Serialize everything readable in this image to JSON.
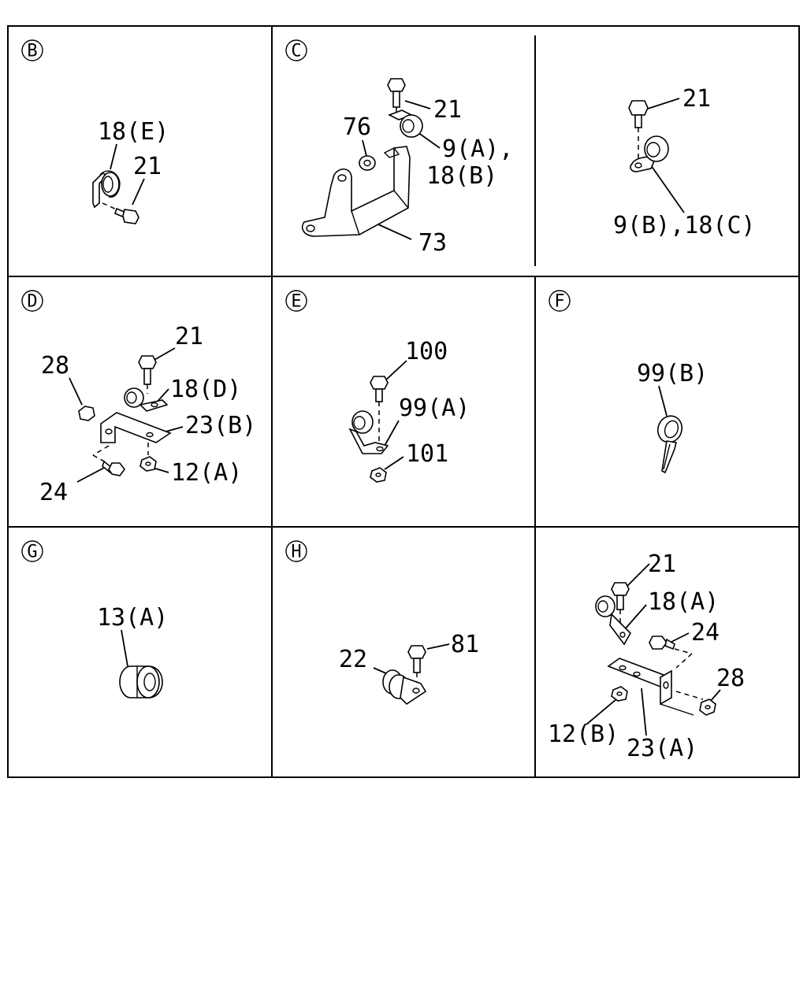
{
  "panels": {
    "b": {
      "circle": "B",
      "labels": {
        "clamp": "18(E)",
        "bolt": "21"
      }
    },
    "c": {
      "circle": "C",
      "labels": {
        "bolt": "21",
        "washer": "76",
        "clamp1": "9(A),",
        "clamp2": "18(B)",
        "bracket": "73"
      }
    },
    "c2": {
      "labels": {
        "bolt": "21",
        "clamp": "9(B),18(C)"
      }
    },
    "d": {
      "circle": "D",
      "labels": {
        "bolt": "21",
        "nut_left": "28",
        "clamp": "18(D)",
        "bracket": "23(B)",
        "nut": "12(A)",
        "bolt_low": "24"
      }
    },
    "e": {
      "circle": "E",
      "labels": {
        "bolt": "100",
        "clamp": "99(A)",
        "nut": "101"
      }
    },
    "f": {
      "circle": "F",
      "labels": {
        "tie": "99(B)"
      }
    },
    "g": {
      "circle": "G",
      "labels": {
        "grommet": "13(A)"
      }
    },
    "h": {
      "circle": "H",
      "labels": {
        "clamp": "22",
        "bolt": "81"
      }
    },
    "i": {
      "labels": {
        "bolt": "21",
        "clamp": "18(A)",
        "bolt2": "24",
        "nut2": "28",
        "nut": "12(B)",
        "bracket": "23(A)"
      }
    }
  }
}
